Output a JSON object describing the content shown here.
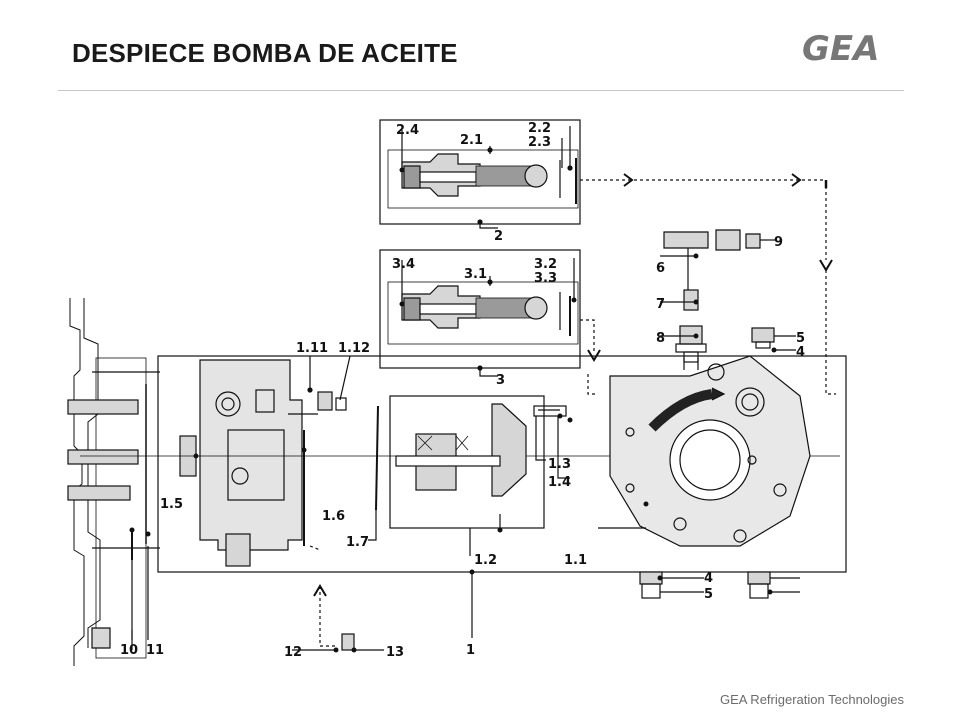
{
  "header": {
    "title": "DESPIECE BOMBA DE ACEITE",
    "logo_text": "GEA"
  },
  "footer": {
    "text": "GEA Refrigeration Technologies"
  },
  "diagram": {
    "labels": {
      "l2_4": "2.4",
      "l2_1": "2.1",
      "l2_2": "2.2",
      "l2_3": "2.3",
      "l2": "2",
      "l3_4": "3.4",
      "l3_1": "3.1",
      "l3_2": "3.2",
      "l3_3": "3.3",
      "l3": "3",
      "l9": "9",
      "l6": "6",
      "l7": "7",
      "l8": "8",
      "l5a": "5",
      "l4a": "4",
      "l1_11": "1.11",
      "l1_12": "1.12",
      "l1_3": "1.3",
      "l1_4": "1.4",
      "l1_5": "1.5",
      "l1_6": "1.6",
      "l1_7": "1.7",
      "l1_2": "1.2",
      "l1_1": "1.1",
      "l4b": "4",
      "l5b": "5",
      "l10": "10",
      "l11": "11",
      "l12": "12",
      "l13": "13",
      "l1": "1"
    }
  },
  "colors": {
    "accent": "#1a1a1a",
    "logo": "#777777",
    "part_fill": "#d6d6d6",
    "spring_fill": "#9a9a9a"
  }
}
